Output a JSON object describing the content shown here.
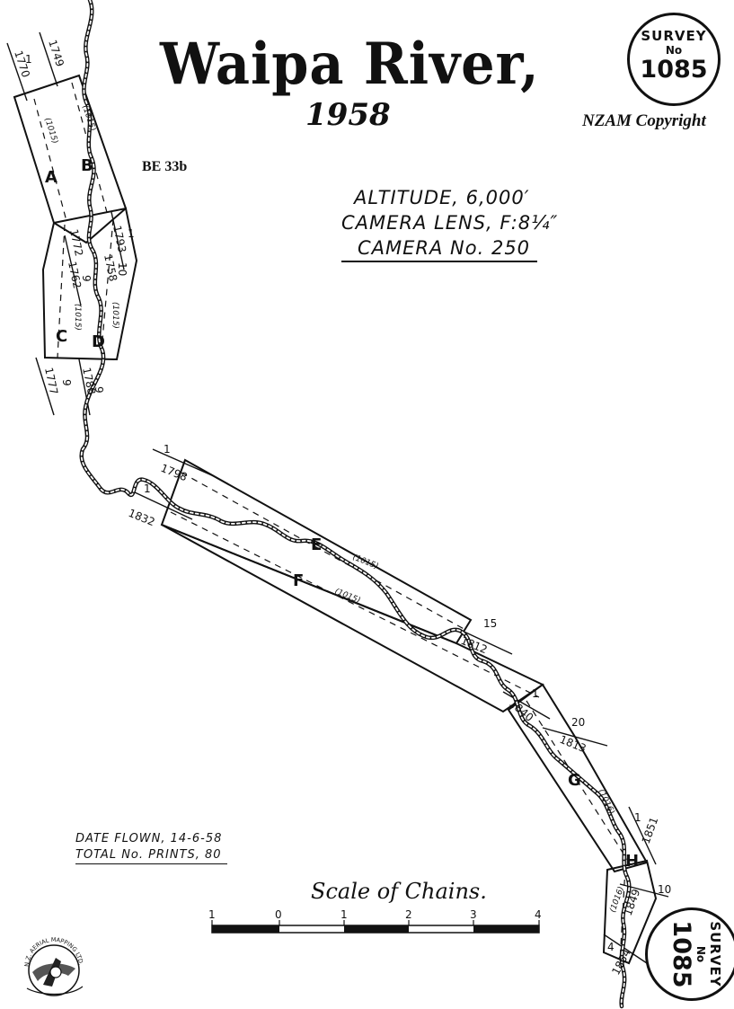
{
  "header": {
    "title": "Waipa River,",
    "year": "1958",
    "copyright": "NZAM Copyright",
    "sheet_ref": "BE 33b"
  },
  "specs": {
    "altitude": "ALTITUDE, 6,000′",
    "lens": "CAMERA LENS, F:8¼″",
    "camera": "CAMERA No. 250"
  },
  "flight": {
    "date_flown": "DATE FLOWN, 14-6-58",
    "total_prints": "TOTAL No. PRINTS, 80"
  },
  "survey_stamp": {
    "word": "SURVEY",
    "no": "No",
    "number": "1085"
  },
  "scale": {
    "title": "Scale of Chains.",
    "ticks": [
      "1",
      "0",
      "1",
      "2",
      "3",
      "4"
    ]
  },
  "runs": [
    {
      "letter": "A",
      "note": "(1015)"
    },
    {
      "letter": "B",
      "note": "(1015)"
    },
    {
      "letter": "C",
      "note": "(1015)"
    },
    {
      "letter": "D",
      "note": "(1015)"
    },
    {
      "letter": "E",
      "note": "(1015)"
    },
    {
      "letter": "F",
      "note": "(1015)"
    },
    {
      "letter": "G",
      "note": "(1016)"
    },
    {
      "letter": "H",
      "note": "(1016)"
    }
  ],
  "print_numbers": {
    "n1770": "1770",
    "n1749": "1749",
    "n1793": "1793",
    "n1772": "1772",
    "n1762": "1762",
    "n1758": "1758",
    "n1777": "1777",
    "n1788": "1788",
    "n1798": "1798",
    "n1832": "1832",
    "n1812": "1812",
    "n1840": "1840",
    "n1813": "1813",
    "n1851": "1851",
    "n1849": "1849",
    "n1854": "1854",
    "c1": "1",
    "c9": "9",
    "c10": "10",
    "c15": "15",
    "c20": "20",
    "c4": "4"
  },
  "logo": {
    "text": "N.Z. AERIAL MAPPING LTD."
  }
}
